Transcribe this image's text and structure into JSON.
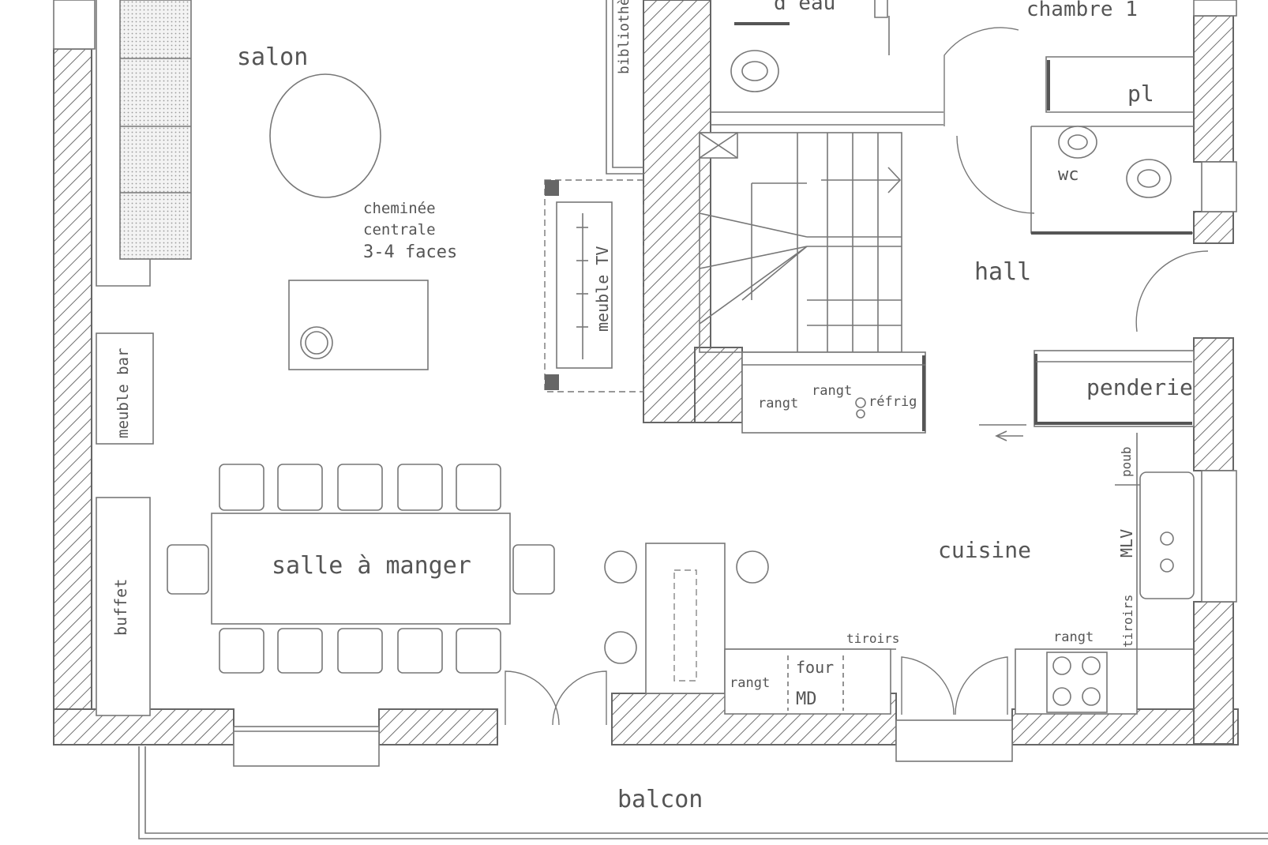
{
  "floor_plan": {
    "rooms": {
      "salon": "salon",
      "eau": "d'eau",
      "chambre": "chambre 1",
      "pl": "pl",
      "wc": "wc",
      "hall": "hall",
      "penderie": "penderie",
      "cuisine": "cuisine",
      "salle_a_manger": "salle à manger",
      "balcon": "balcon"
    },
    "labels": {
      "bibliotheque": "bibliothè",
      "cheminee_1": "cheminée",
      "cheminee_2": "centrale",
      "cheminee_3": "3-4 faces",
      "meuble_tv": "meuble TV",
      "meuble_bar": "meuble bar",
      "buffet": "buffet",
      "rangt_a": "rangt",
      "rangt_b": "rangt",
      "refrig": "réfrig",
      "poub": "poub",
      "mlv": "MLV",
      "tiroirs_right": "tiroirs",
      "tiroirs_mid": "tiroirs",
      "rangt_c": "rangt",
      "rangt_d": "rangt",
      "four": "four",
      "md": "MD"
    }
  }
}
